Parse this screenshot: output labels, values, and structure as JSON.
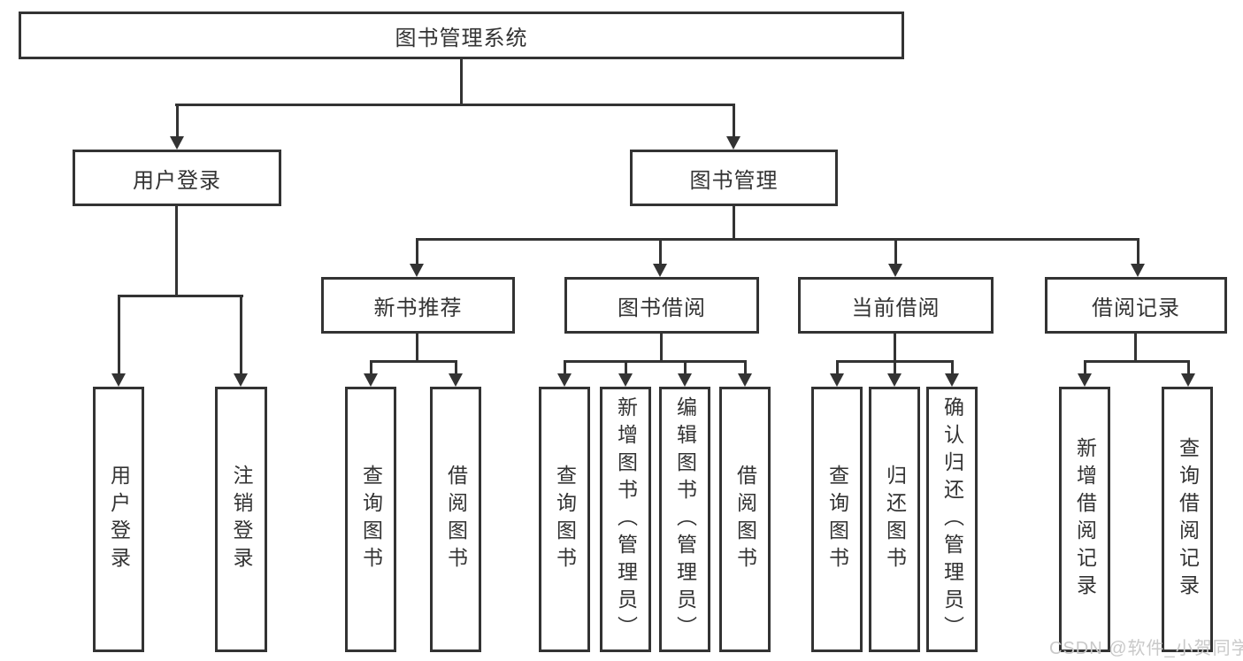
{
  "diagram_type": "hierarchy-tree",
  "colors": {
    "line": "#333333",
    "text": "#333333",
    "background": "#ffffff",
    "watermark_text_color": "#c9c9c9"
  },
  "tree": {
    "root": {
      "label": "图书管理系统",
      "children": [
        {
          "label": "用户登录",
          "children": [
            {
              "label": "用户登录"
            },
            {
              "label": "注销登录"
            }
          ]
        },
        {
          "label": "图书管理",
          "children": [
            {
              "label": "新书推荐",
              "children": [
                {
                  "label": "查询图书"
                },
                {
                  "label": "借阅图书"
                }
              ]
            },
            {
              "label": "图书借阅",
              "children": [
                {
                  "label": "查询图书"
                },
                {
                  "label": "新增图书（管理员）"
                },
                {
                  "label": "编辑图书（管理员）"
                },
                {
                  "label": "借阅图书"
                }
              ]
            },
            {
              "label": "当前借阅",
              "children": [
                {
                  "label": "查询图书"
                },
                {
                  "label": "归还图书"
                },
                {
                  "label": "确认归还（管理员）"
                }
              ]
            },
            {
              "label": "借阅记录",
              "children": [
                {
                  "label": "新增借阅记录"
                },
                {
                  "label": "查询借阅记录"
                }
              ]
            }
          ]
        }
      ]
    }
  },
  "watermark": {
    "text": "CSDN @软件_小贺同学"
  }
}
